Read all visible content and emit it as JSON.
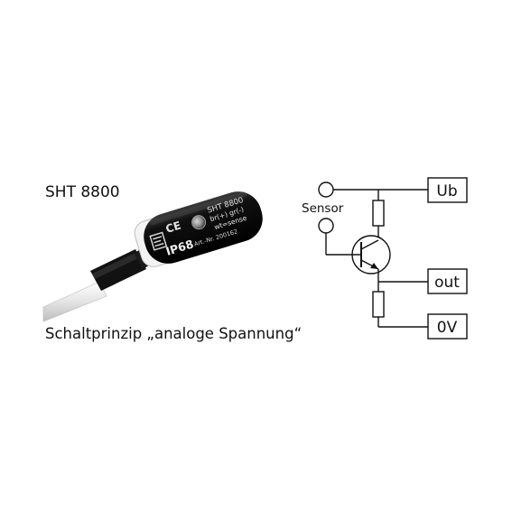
{
  "product": {
    "title": "SHT 8800",
    "caption": "Schaltprinzip „analoge Spannung“",
    "housing_model": "SHT 8800",
    "wire_colors_line1": "br(+) gr(-)",
    "wire_colors_line2": "wt=sense",
    "article_number": "Art.-Nr. 200162",
    "protection_rating": "IP68",
    "ce_mark": "CE",
    "logo_icon": "manufacturer-logo-icon",
    "sensor_color": "#0c0c0c",
    "cable_color": "#e6e6e6"
  },
  "schematic": {
    "sensor_label": "Sensor",
    "terminals": [
      {
        "label": "Ub"
      },
      {
        "label": "out"
      },
      {
        "label": "0V"
      }
    ],
    "components": [
      "resistor",
      "npn-transistor",
      "resistor"
    ]
  }
}
